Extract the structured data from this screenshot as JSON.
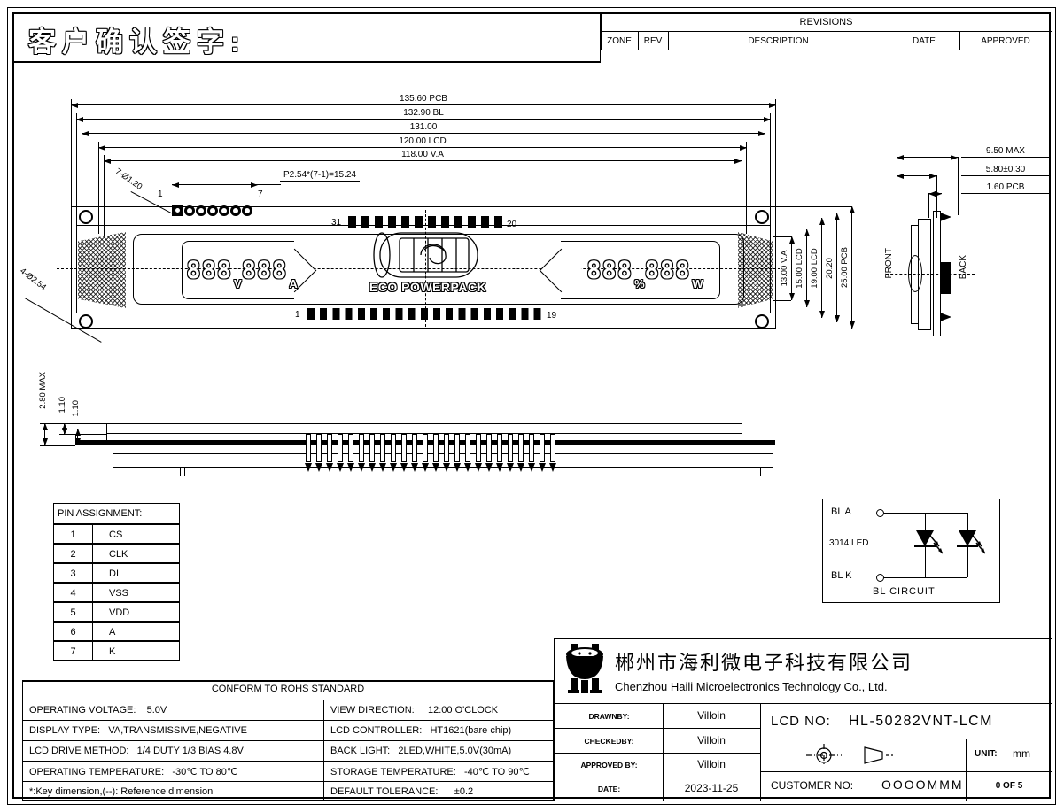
{
  "page": {
    "customer_sign": "客户确认签字:"
  },
  "revisions": {
    "title": "REVISIONS",
    "cols": [
      "ZONE",
      "REV",
      "DESCRIPTION",
      "DATE",
      "APPROVED"
    ]
  },
  "front_view": {
    "dims_top": [
      "135.60 PCB",
      "132.90 BL",
      "131.00",
      "120.00 LCD",
      "118.00 V.A"
    ],
    "pitch_label": "P2.54*(7-1)=15.24",
    "hole7_label": "7-Ø1.20",
    "hole4_label": "4-Ø2.54",
    "pin_first": "1",
    "pin_last": "7",
    "pad_top_first": "31",
    "pad_top_last": "20",
    "pad_bottom_first": "1",
    "pad_bottom_last": "19",
    "left_display": {
      "d1": "888",
      "u1": "V",
      "d2": "888",
      "u2": "A"
    },
    "right_display": {
      "d1": "888",
      "u1": "%",
      "d2": "888",
      "u2": "W"
    },
    "logo_text": "ECO POWERPACK",
    "dims_right": [
      "13.00 V.A",
      "15.00 LCD",
      "19.00 LCD",
      "20.20",
      "25.00 PCB"
    ]
  },
  "side_view": {
    "dims": [
      "9.50 MAX",
      "5.80±0.30",
      "1.60 PCB"
    ],
    "front": "FRONT",
    "back": "BACK"
  },
  "profile_view": {
    "dims": [
      "2.80 MAX",
      "1.10",
      "1.10"
    ]
  },
  "pin_table": {
    "title": "PIN ASSIGNMENT:",
    "rows": [
      [
        "1",
        "CS"
      ],
      [
        "2",
        "CLK"
      ],
      [
        "3",
        "DI"
      ],
      [
        "4",
        "VSS"
      ],
      [
        "5",
        "VDD"
      ],
      [
        "6",
        "A"
      ],
      [
        "7",
        "K"
      ]
    ]
  },
  "bl_circuit": {
    "anode": "BL A",
    "led_type": "3014 LED",
    "cathode": "BL K",
    "caption": "BL CIRCUIT"
  },
  "specs": {
    "header": "CONFORM TO ROHS STANDARD",
    "left": [
      "OPERATING VOLTAGE:    5.0V",
      "DISPLAY TYPE:   VA,TRANSMISSIVE,NEGATIVE",
      "LCD DRIVE METHOD:   1/4 DUTY 1/3 BIAS 4.8V",
      "OPERATING TEMPERATURE:   -30℃ TO 80℃",
      "*:Key dimension,(--): Reference dimension"
    ],
    "right": [
      "VIEW DIRECTION:     12:00 O'CLOCK",
      "LCD CONTROLLER:   HT1621(bare chip)",
      "BACK LIGHT:   2LED,WHITE,5.0V(30mA)",
      "STORAGE TEMPERATURE:   -40℃ TO 90℃",
      "DEFAULT TOLERANCE:      ±0.2"
    ]
  },
  "title_block": {
    "company_cn": "郴州市海利微电子科技有限公司",
    "company_en": "Chenzhou Haili Microelectronics Technology Co., Ltd.",
    "rows": [
      [
        "DRAWNBY:",
        "Villoin"
      ],
      [
        "CHECKEDBY:",
        "Villoin"
      ],
      [
        "APPROVED BY:",
        "Villoin"
      ],
      [
        "DATE:",
        "2023-11-25"
      ]
    ],
    "lcd_no_label": "LCD NO:",
    "lcd_no": "HL-50282VNT-LCM",
    "customer_no_label": "CUSTOMER NO:",
    "customer_no": "OOOOMMM",
    "unit_label": "UNIT:",
    "unit_value": "mm",
    "page_no": "0 OF 5"
  }
}
